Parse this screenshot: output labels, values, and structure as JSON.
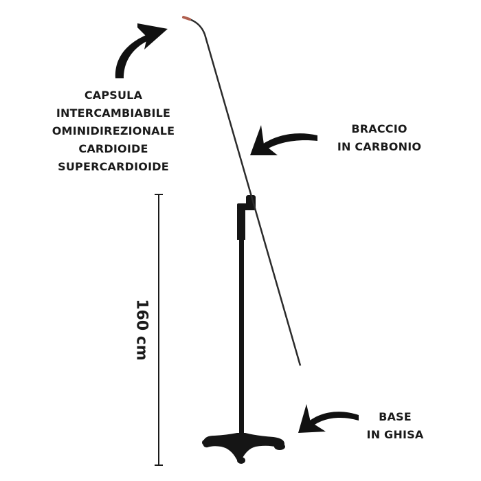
{
  "labels": {
    "capsule": [
      "CAPSULA",
      "INTERCAMBIABILE",
      "OMINIDIREZIONALE",
      "CARDIOIDE",
      "SUPERCARDIOIDE"
    ],
    "arm": [
      "BRACCIO",
      "IN CARBONIO"
    ],
    "base": [
      "BASE",
      "IN GHISA"
    ],
    "height": "160 cm"
  },
  "colors": {
    "ink": "#1a1a1a",
    "stand": "#151515",
    "arm": "#2b2b2b",
    "capsule_tip": "#b06050"
  }
}
